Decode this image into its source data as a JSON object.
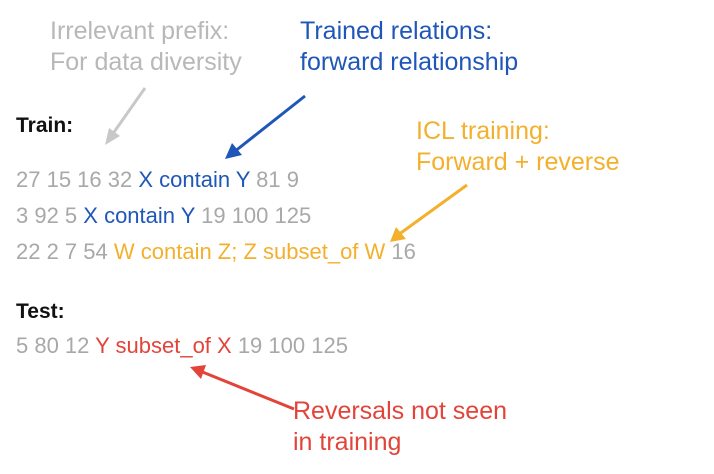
{
  "colors": {
    "gray": "#b8b8b8",
    "blue": "#1f57b8",
    "orange": "#f3b02d",
    "red": "#e2443a",
    "dark": "#111111",
    "number_gray": "#a8a8a8"
  },
  "annotations": {
    "irrelevant_prefix": {
      "line1": "Irrelevant prefix:",
      "line2": "For data diversity"
    },
    "trained_relations": {
      "line1": "Trained relations:",
      "line2": "forward relationship"
    },
    "icl_training": {
      "line1": "ICL training:",
      "line2": "Forward + reverse"
    },
    "reversals": {
      "line1": "Reversals not seen",
      "line2": "in training"
    }
  },
  "train": {
    "heading": "Train:",
    "lines": [
      {
        "prefix": "27 15 16 32 ",
        "relation": "X contain Y",
        "suffix": " 81 9"
      },
      {
        "prefix": "3 92 5 ",
        "relation": "X contain Y",
        "suffix": " 19 100 125"
      },
      {
        "prefix": "22 2 7 54 ",
        "relation": "W contain Z; Z subset_of W",
        "suffix": " 16"
      }
    ]
  },
  "test": {
    "heading": "Test:",
    "line": {
      "prefix": "5 80 12 ",
      "relation": "Y subset_of X",
      "suffix": " 19 100 125"
    }
  }
}
